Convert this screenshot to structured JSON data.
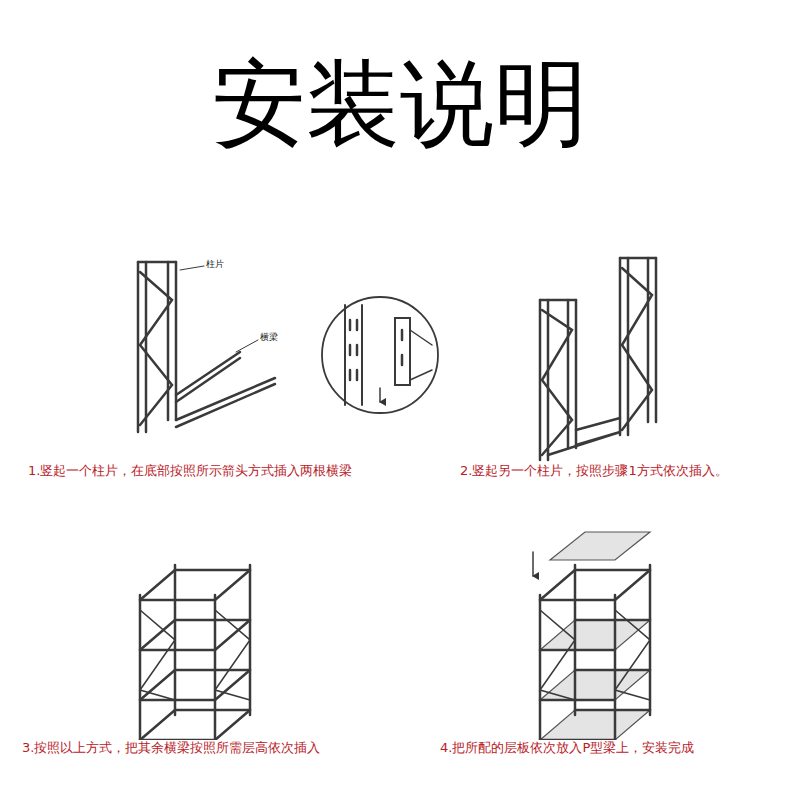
{
  "diagram": {
    "title": "安装说明",
    "labels": [
      "柱片",
      "横梁",
      "1.竖起一个柱片，在底部按照所示箭头方式插入两根横梁",
      "2.竖起另一个柱片，按照步骤1方式依次插入。",
      "3.按照以上方式，把其余横梁按照所需层高依次插入",
      "4.把所配的层板依次放入P型梁上，安装完成"
    ]
  }
}
